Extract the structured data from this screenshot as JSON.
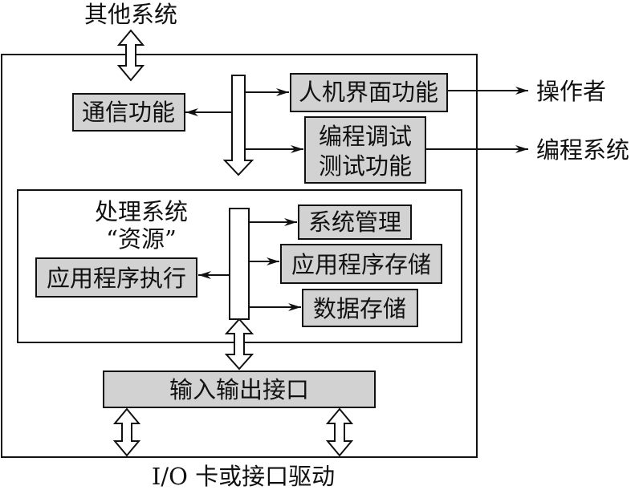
{
  "labels": {
    "other_systems": "其他系统",
    "operator": "操作者",
    "programming_system": "编程系统",
    "io_driver": "I/O 卡或接口驱动",
    "processing_system": "处理系统",
    "resources": "“资源”"
  },
  "modules": {
    "communication": "通信功能",
    "hmi": "人机界面功能",
    "debug_line1": "编程调试",
    "debug_line2": "测试功能",
    "system_management": "系统管理",
    "app_execution": "应用程序执行",
    "app_storage": "应用程序存储",
    "data_storage": "数据存储",
    "io_interface": "输入输出接口"
  }
}
